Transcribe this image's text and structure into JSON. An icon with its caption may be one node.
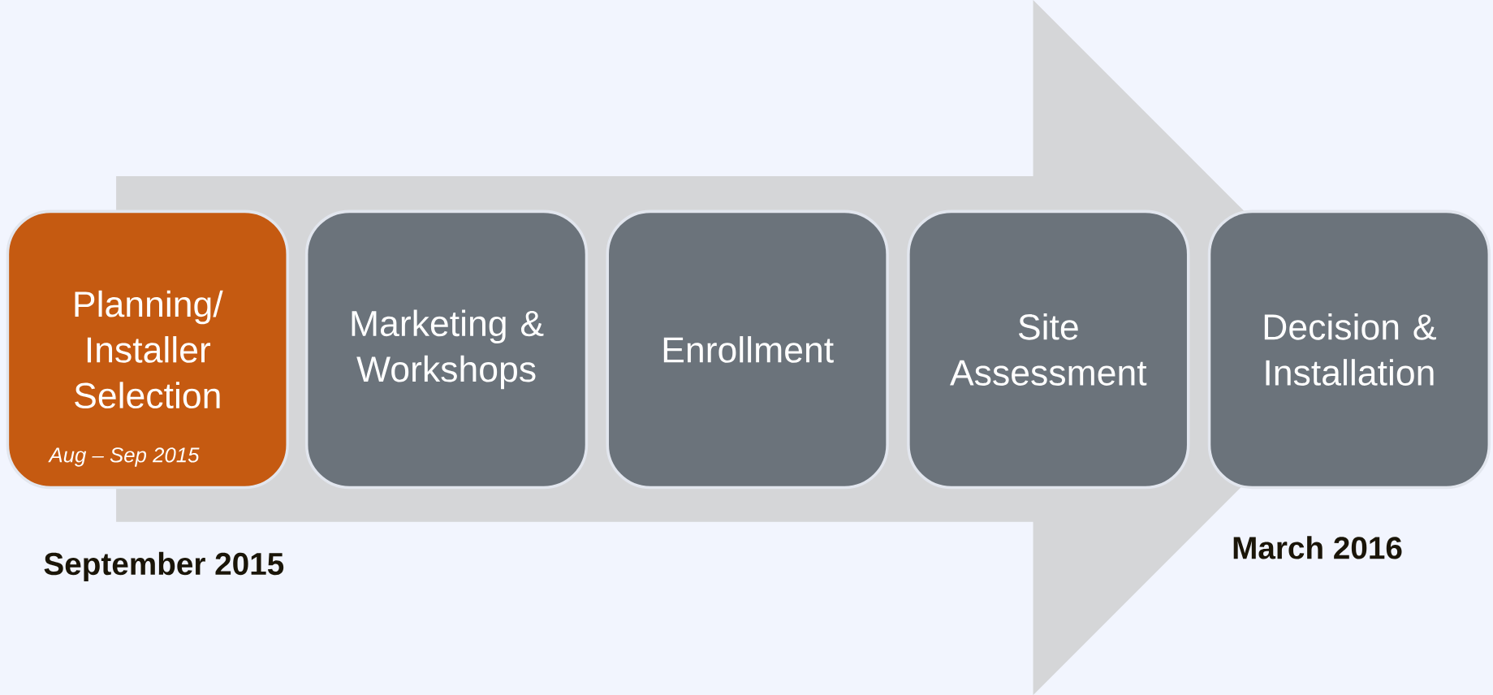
{
  "diagram": {
    "nodes": [
      {
        "text": [
          "Planning/ Installer Selection",
          "Aug – Sep 2015"
        ]
      },
      {
        "text": [
          "Marketing & Workshops"
        ]
      },
      {
        "text": [
          "Enrollment"
        ]
      },
      {
        "text": [
          "Site Assessment"
        ]
      },
      {
        "text": [
          "Decision & Installation"
        ]
      }
    ],
    "edges": [
      {
        "from": 0,
        "to": 4,
        "arrow": "to"
      }
    ],
    "labels": [
      "September 2015",
      "March 2016"
    ]
  }
}
